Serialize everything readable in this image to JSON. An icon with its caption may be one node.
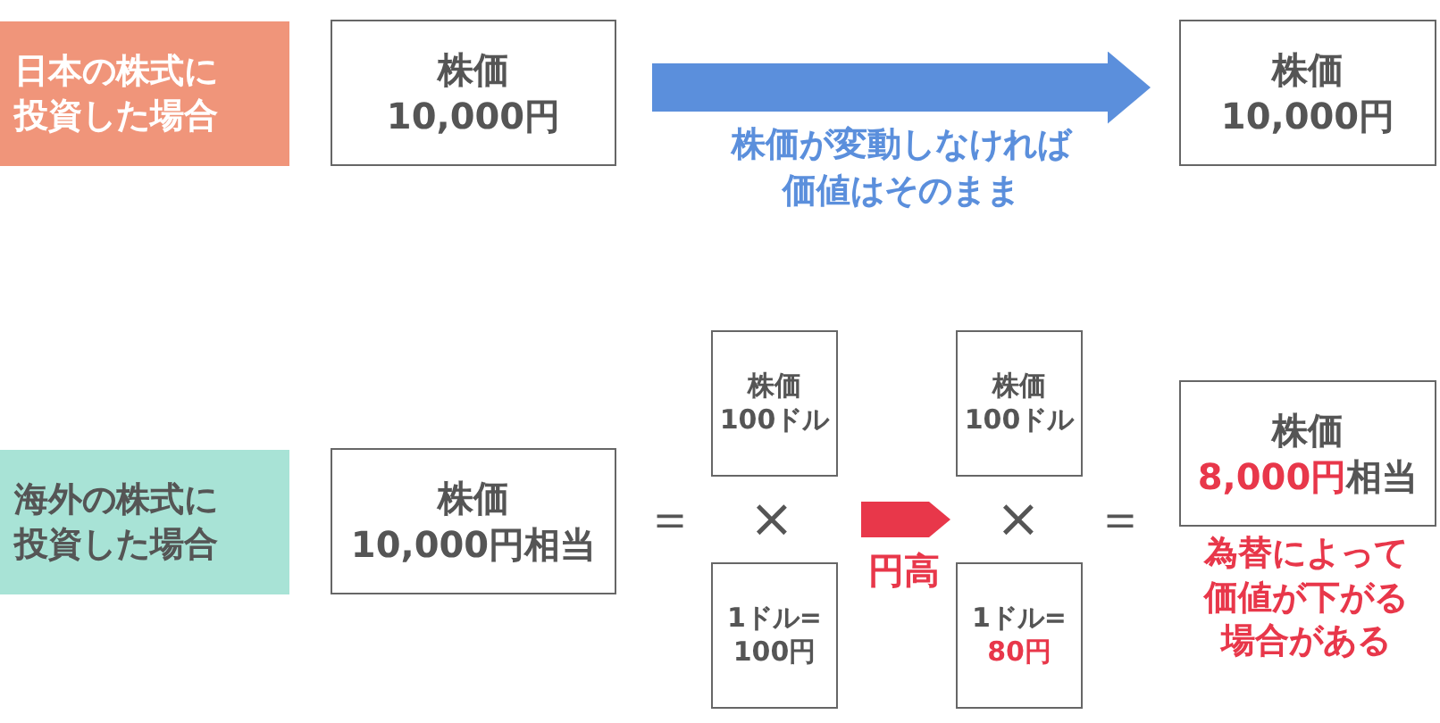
{
  "diagram": {
    "nodes": [
      {
        "text": [
          "日本の株式に投資した場合"
        ]
      },
      {
        "text": [
          "株価",
          "10,000円"
        ]
      },
      {
        "text": [
          "株価",
          "10,000円"
        ]
      },
      {
        "text": [
          "海外の株式に投資した場合"
        ]
      },
      {
        "text": [
          "株価",
          "10,000円相当"
        ]
      },
      {
        "text": [
          "株価",
          "100ドル"
        ]
      },
      {
        "text": [
          "1ドル=",
          "100円"
        ]
      },
      {
        "text": [
          "株価",
          "100ドル"
        ]
      },
      {
        "text": [
          "1ドル=",
          "80円"
        ]
      },
      {
        "text": [
          "株価",
          "**8,000円**相当"
        ],
        "beside": [
          "為替によって価値が下がる場合がある"
        ]
      }
    ],
    "edges": [
      {
        "from": 1,
        "to": 2,
        "arrow": "to",
        "label": "株価が変動しなければ価値はそのまま",
        "color": "#5b8fdc"
      }
    ],
    "labels": [
      "＝",
      "×",
      "円高",
      "×",
      "＝"
    ]
  }
}
